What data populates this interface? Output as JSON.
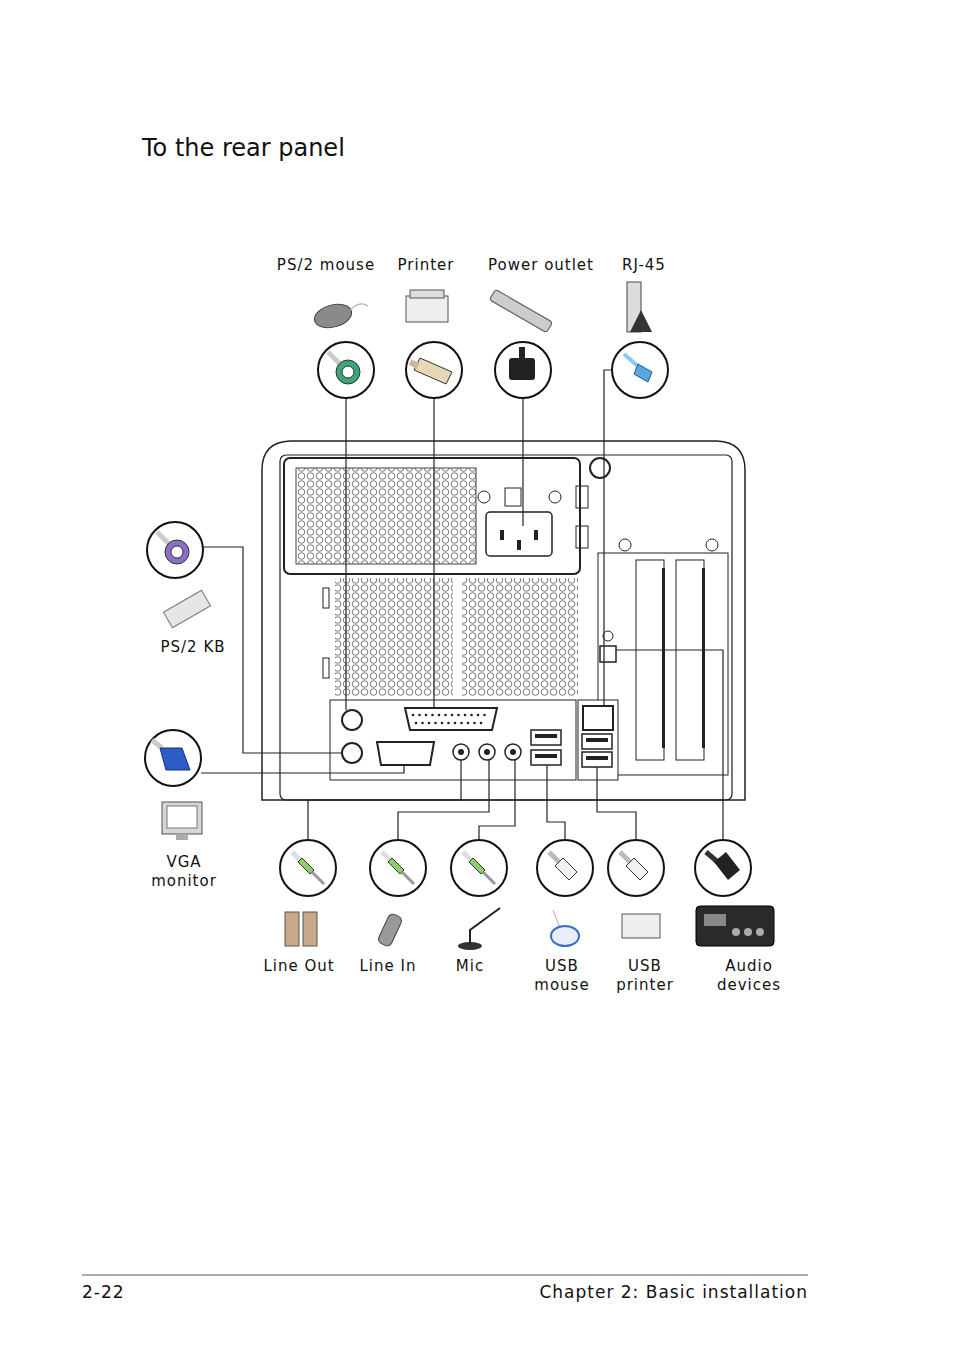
{
  "diagram": {
    "title": "To the rear panel",
    "labels": [
      "PS/2 mouse",
      "Printer",
      "Power outlet",
      "RJ-45",
      "PS/2 KB",
      "VGA monitor",
      "Line Out",
      "Line In",
      "Mic",
      "USB mouse",
      "USB printer",
      "Audio devices",
      "2-22",
      "Chapter 2: Basic installation"
    ]
  }
}
